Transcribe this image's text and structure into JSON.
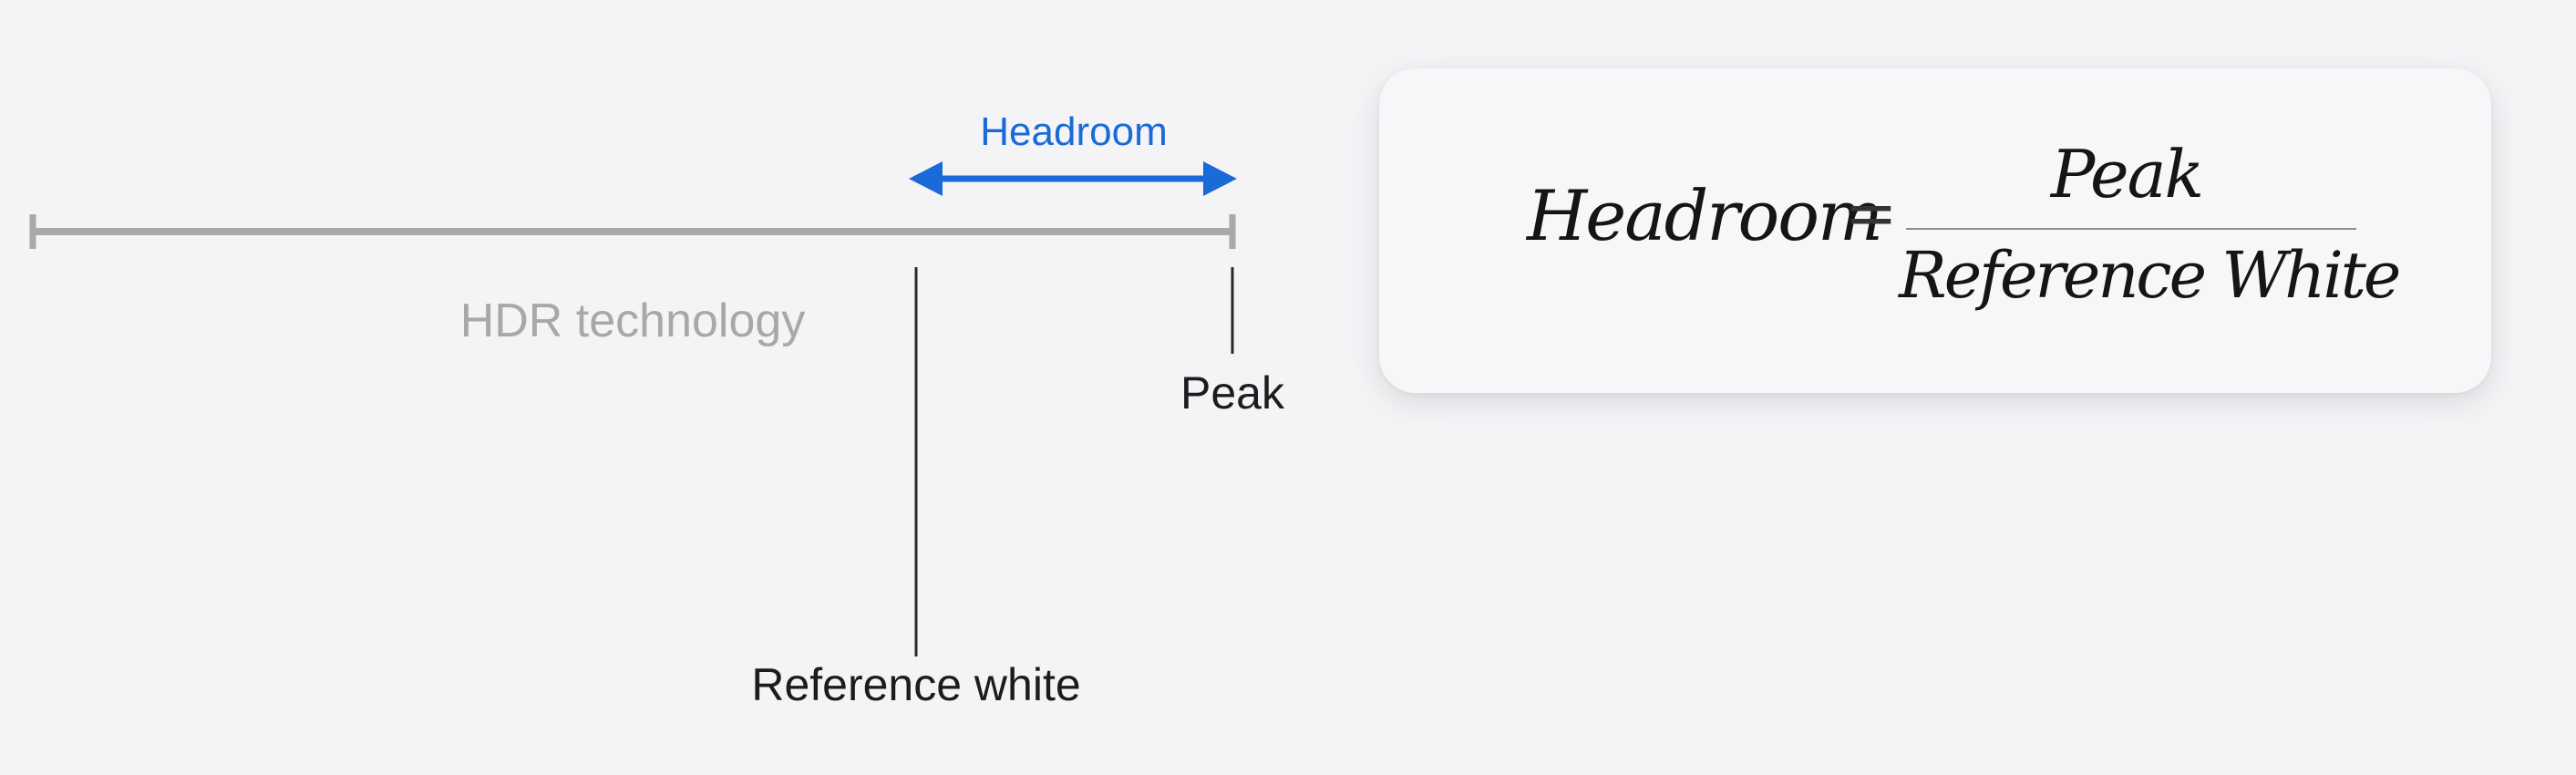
{
  "diagram": {
    "headroom_label": "Headroom",
    "hdr_label": "HDR technology",
    "reference_white_label": "Reference white",
    "peak_label": "Peak"
  },
  "formula": {
    "lhs": "Headroom",
    "equals": "=",
    "numerator": "Peak",
    "denominator": "Reference White"
  },
  "colors": {
    "background": "#f4f4f7",
    "scale_line": "#a9a9a9",
    "accent_blue": "#1a6ad8",
    "hdr_text": "#a8a8a8",
    "text": "#1c1c1e"
  }
}
